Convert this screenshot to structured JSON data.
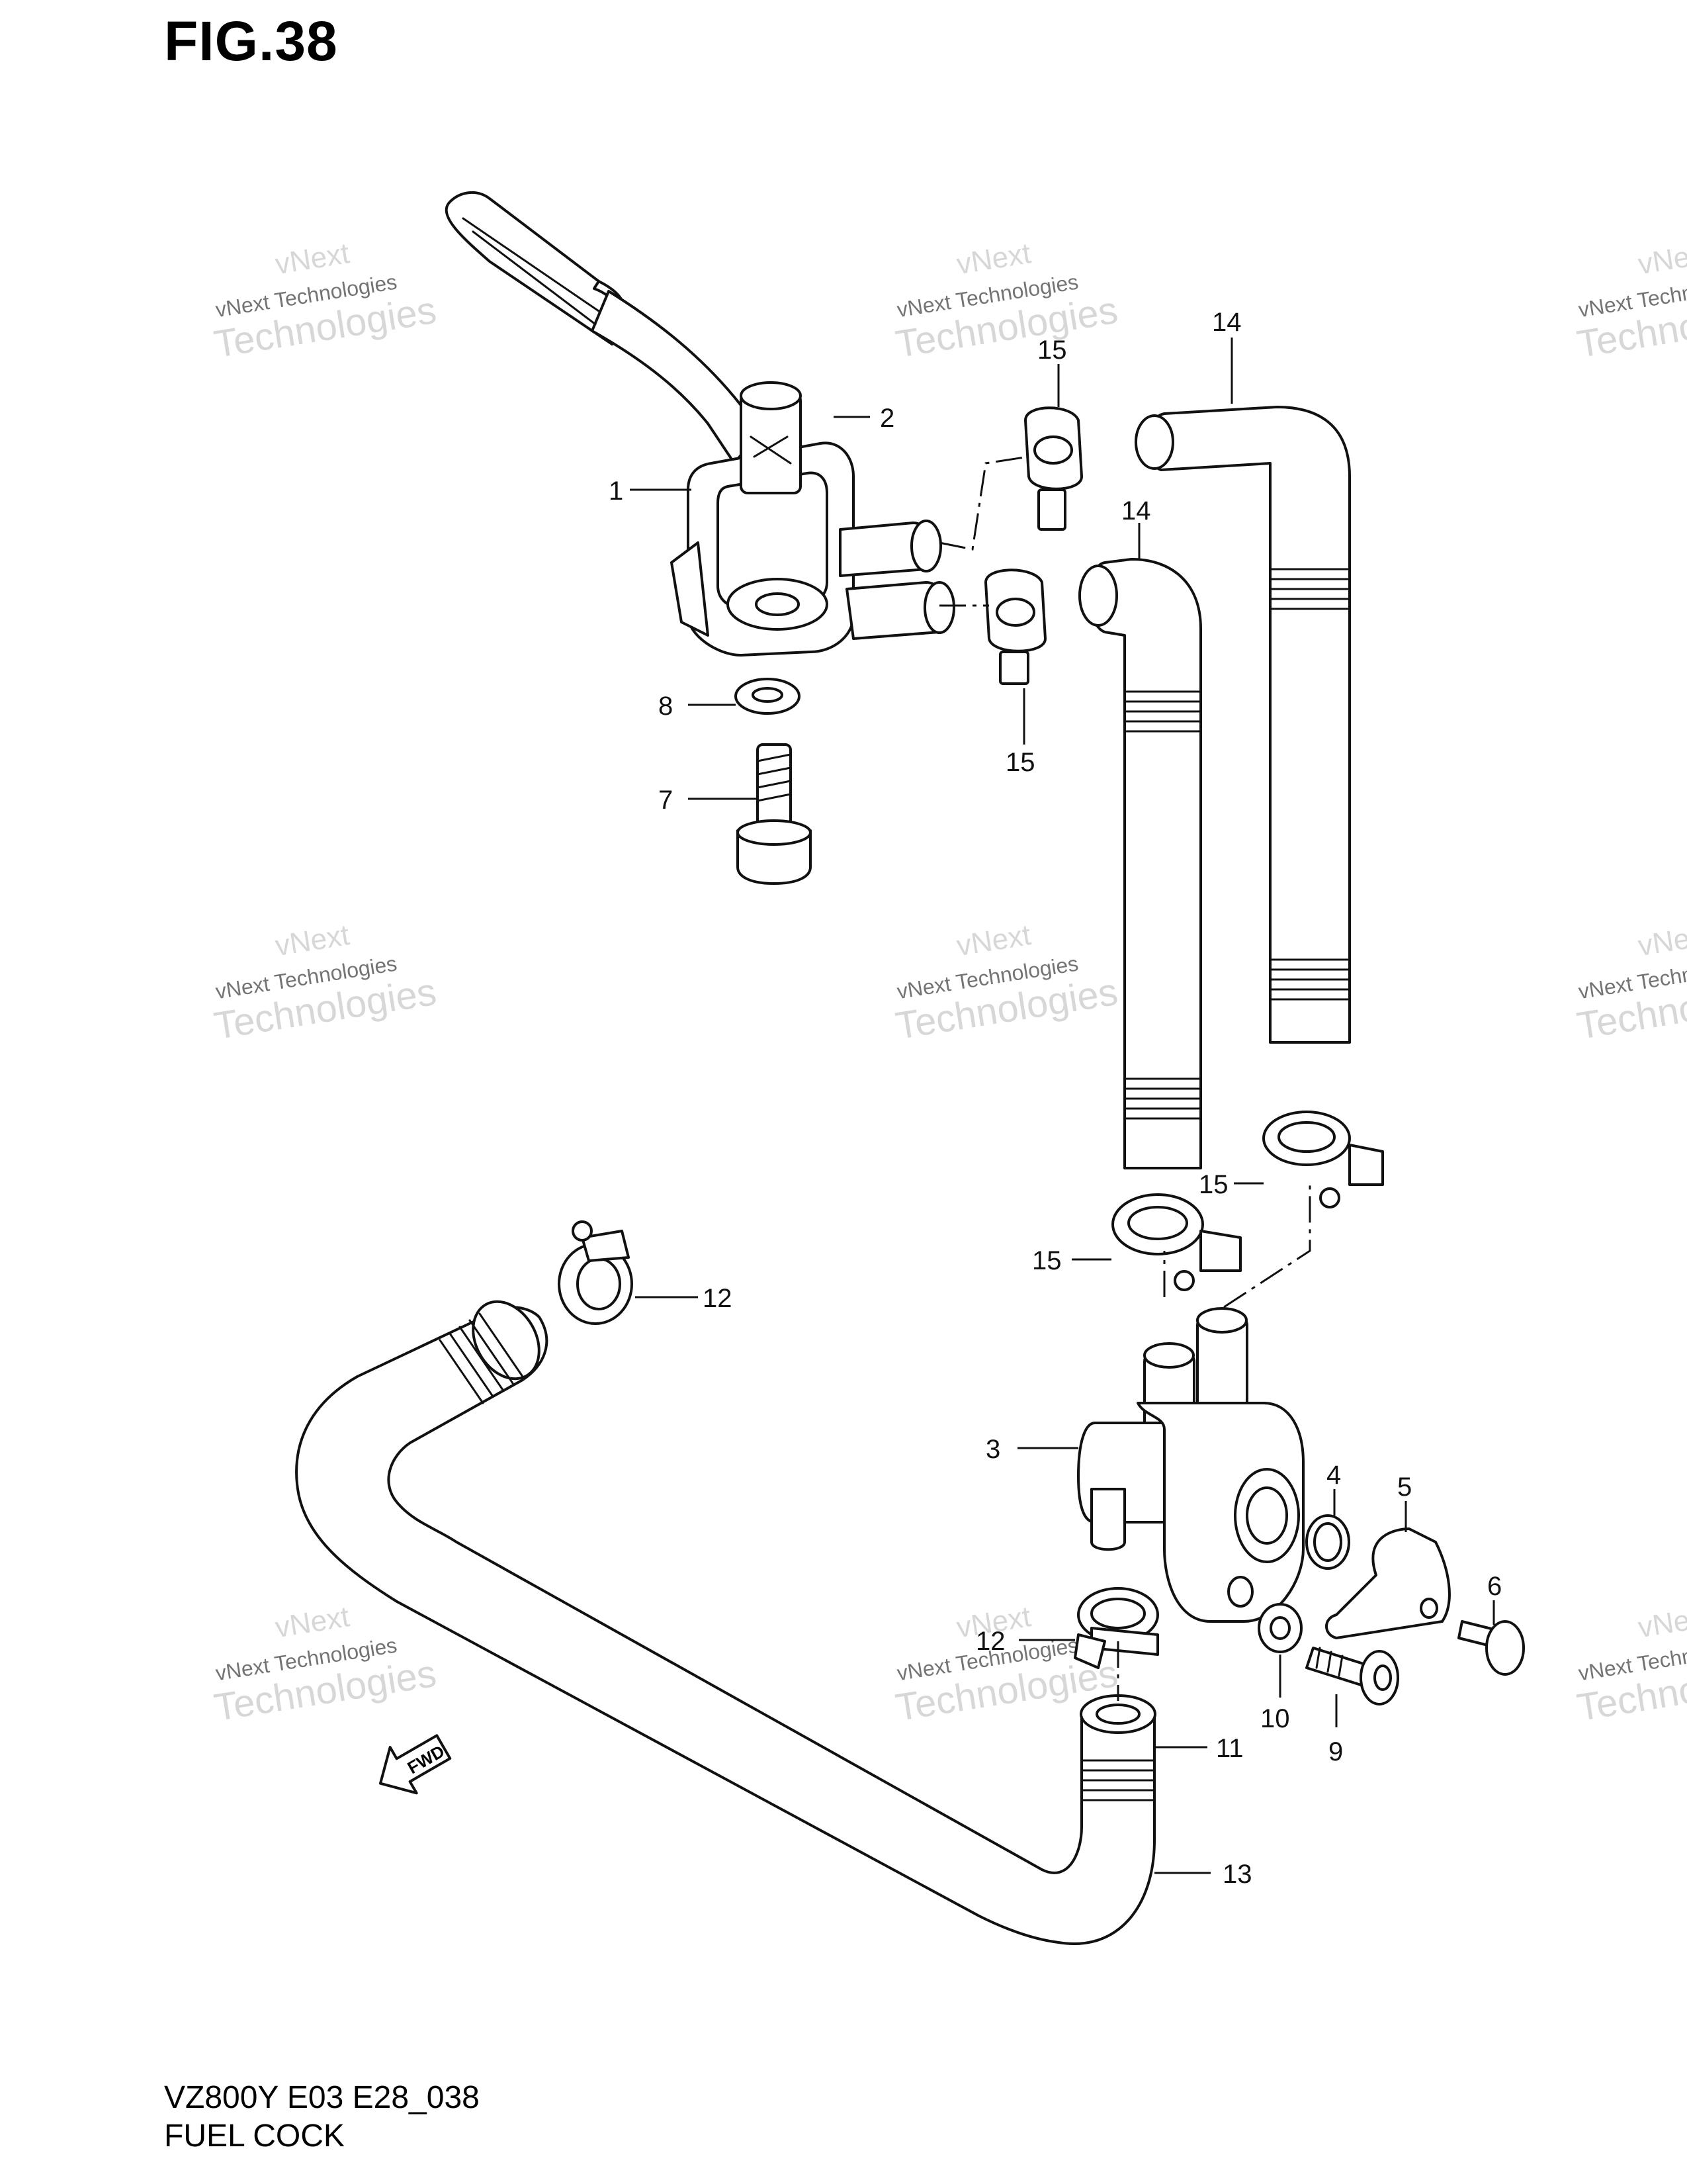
{
  "figure": {
    "title": "FIG.38",
    "model_code": "VZ800Y E03 E28_038",
    "section_title": "FUEL COCK"
  },
  "callouts": {
    "c1": "1",
    "c2": "2",
    "c3": "3",
    "c4": "4",
    "c5": "5",
    "c6": "6",
    "c7": "7",
    "c8": "8",
    "c9": "9",
    "c10": "10",
    "c11": "11",
    "c12a": "12",
    "c12b": "12",
    "c13": "13",
    "c14a": "14",
    "c14b": "14",
    "c15a": "15",
    "c15b": "15",
    "c15c": "15",
    "c15d": "15"
  },
  "watermark": {
    "line1": "vNext",
    "line2": "vNext Technologies",
    "line3": "Technologies"
  },
  "fwd_label": "FWD"
}
